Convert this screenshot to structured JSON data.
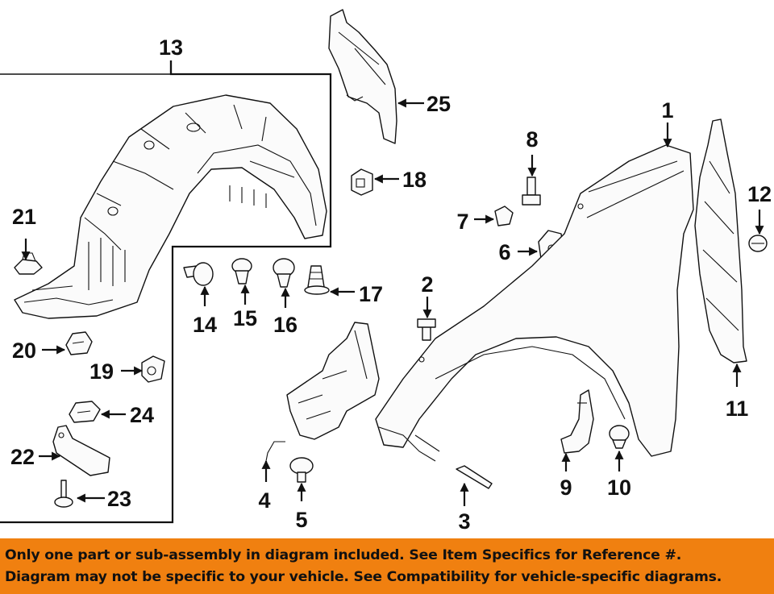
{
  "callouts": {
    "c1": "1",
    "c2": "2",
    "c3": "3",
    "c4": "4",
    "c5": "5",
    "c6": "6",
    "c7": "7",
    "c8": "8",
    "c9": "9",
    "c10": "10",
    "c11": "11",
    "c12": "12",
    "c13": "13",
    "c14": "14",
    "c15": "15",
    "c16": "16",
    "c17": "17",
    "c18": "18",
    "c19": "19",
    "c20": "20",
    "c21": "21",
    "c22": "22",
    "c23": "23",
    "c24": "24",
    "c25": "25"
  },
  "banner": {
    "line1": "Only one part or sub-assembly in diagram included. See Item Specifics for Reference #.",
    "line2": "Diagram may not be specific to your vehicle. See Compatibility for vehicle-specific diagrams."
  },
  "colors": {
    "banner_bg": "#f08010",
    "ink": "#111111"
  }
}
